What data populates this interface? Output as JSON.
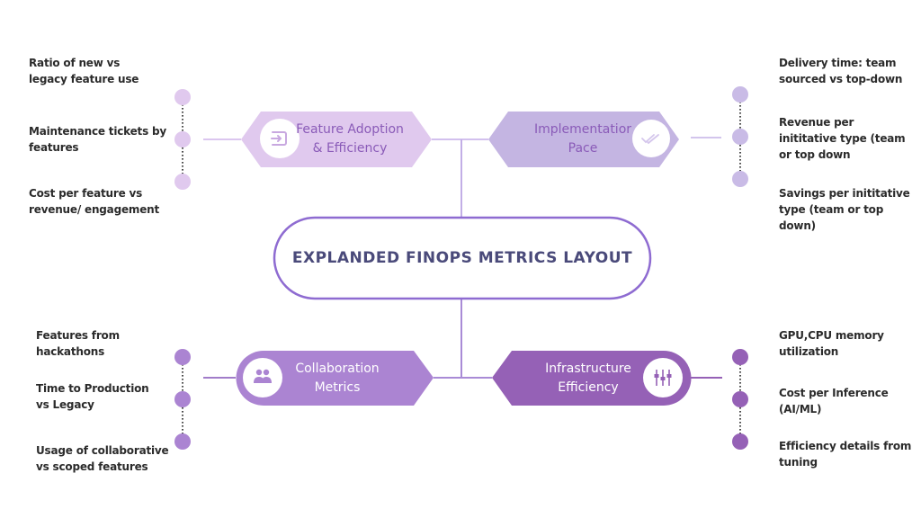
{
  "title": "EXPLANDED FINOPS METRICS LAYOUT",
  "colors": {
    "feature": "#e0c9ee",
    "implementation": "#c4b5e2",
    "collaboration": "#ab84d2",
    "infrastructure": "#9561b6",
    "connector": "#b69be0",
    "center_border": "#8e6bd1",
    "title_text": "#4a4a7a"
  },
  "nodes": {
    "feature_adoption": {
      "label": "Feature Adoption\n& Efficiency",
      "icon": "sign-in-icon",
      "text_color": "#8a5bb8",
      "metrics": [
        "Ratio of new vs\nlegacy feature use",
        "Maintenance tickets by\nfeatures",
        "Cost per feature vs\nrevenue/ engagement"
      ]
    },
    "implementation_pace": {
      "label": "Implementatior\nPace",
      "icon": "double-check-icon",
      "text_color": "#8a5bb8",
      "metrics": [
        "Delivery   time:   team\nsourced vs top-down",
        " Revenue per\ninititative type (team\nor top down",
        "Savings per inititative\ntype (team or top down)"
      ]
    },
    "collaboration": {
      "label": "Collaboration\nMetrics",
      "icon": "users-icon",
      "text_color": "#ffffff",
      "metrics": [
        "Features from\nhackathons",
        "Time to Production\n vs Legacy",
        "Usage of collaborative\nvs scoped features"
      ]
    },
    "infrastructure": {
      "label": "Infrastructure\nEfficiency",
      "icon": "sliders-icon",
      "text_color": "#ffffff",
      "metrics": [
        "GPU,CPU memory\nutilization",
        "Cost per Inference\n(AI/ML)",
        "Efficiency details from\ntuning"
      ]
    }
  }
}
